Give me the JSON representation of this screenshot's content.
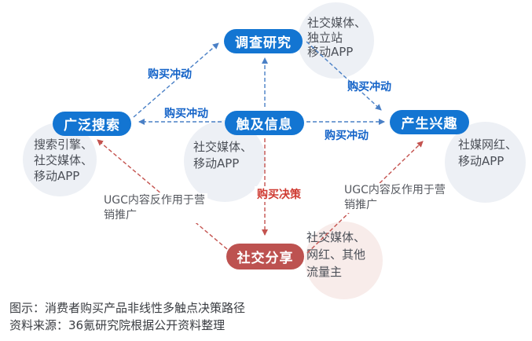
{
  "nodes": {
    "investigate": {
      "label": "调查研究"
    },
    "broad_search": {
      "label": "广泛搜索"
    },
    "touch_info": {
      "label": "触及信息"
    },
    "interest": {
      "label": "产生兴趣"
    },
    "social_share": {
      "label": "社交分享"
    }
  },
  "channels": {
    "investigate": {
      "line1": "社交媒体、",
      "line2": "独立站",
      "line3": "移动APP"
    },
    "broad_search": {
      "line1": "搜索引擎、",
      "line2": "社交媒体、",
      "line3": "移动APP"
    },
    "touch_info": {
      "line1": "社交媒体、",
      "line2": "移动APP"
    },
    "interest": {
      "line1": "社媒网红、",
      "line2": "移动APP"
    },
    "social_share": {
      "line1": "社交媒体、",
      "line2": "网红、其他",
      "line3": "流量主"
    }
  },
  "edge_labels": {
    "impulse_search_to_investigate": "购买冲动",
    "impulse_touch_to_search": "购买冲动",
    "impulse_investigate_to_interest": "购买冲动",
    "impulse_touch_to_interest": "购买冲动",
    "decision": "购买决策",
    "ugc_left": "UGC内容反作用于营销推广",
    "ugc_right": "UGC内容反作用于营销推广"
  },
  "caption": {
    "line1": "图示：消费者购买产品非线性多触点决策路径",
    "line2": "资料来源：36氪研究院根据公开资料整理"
  },
  "colors": {
    "node_blue": "#1375d2",
    "node_red": "#bd5250",
    "arrow_blue": "#4a80c6",
    "arrow_red": "#c4534f",
    "edge_label_blue": "#1463c8",
    "edge_label_red": "#cf3a31",
    "circle_gray": "#edf0f5",
    "circle_pink": "#f8ecea",
    "channel_text": "#4b4f57",
    "caption_text": "#3a3d42"
  }
}
